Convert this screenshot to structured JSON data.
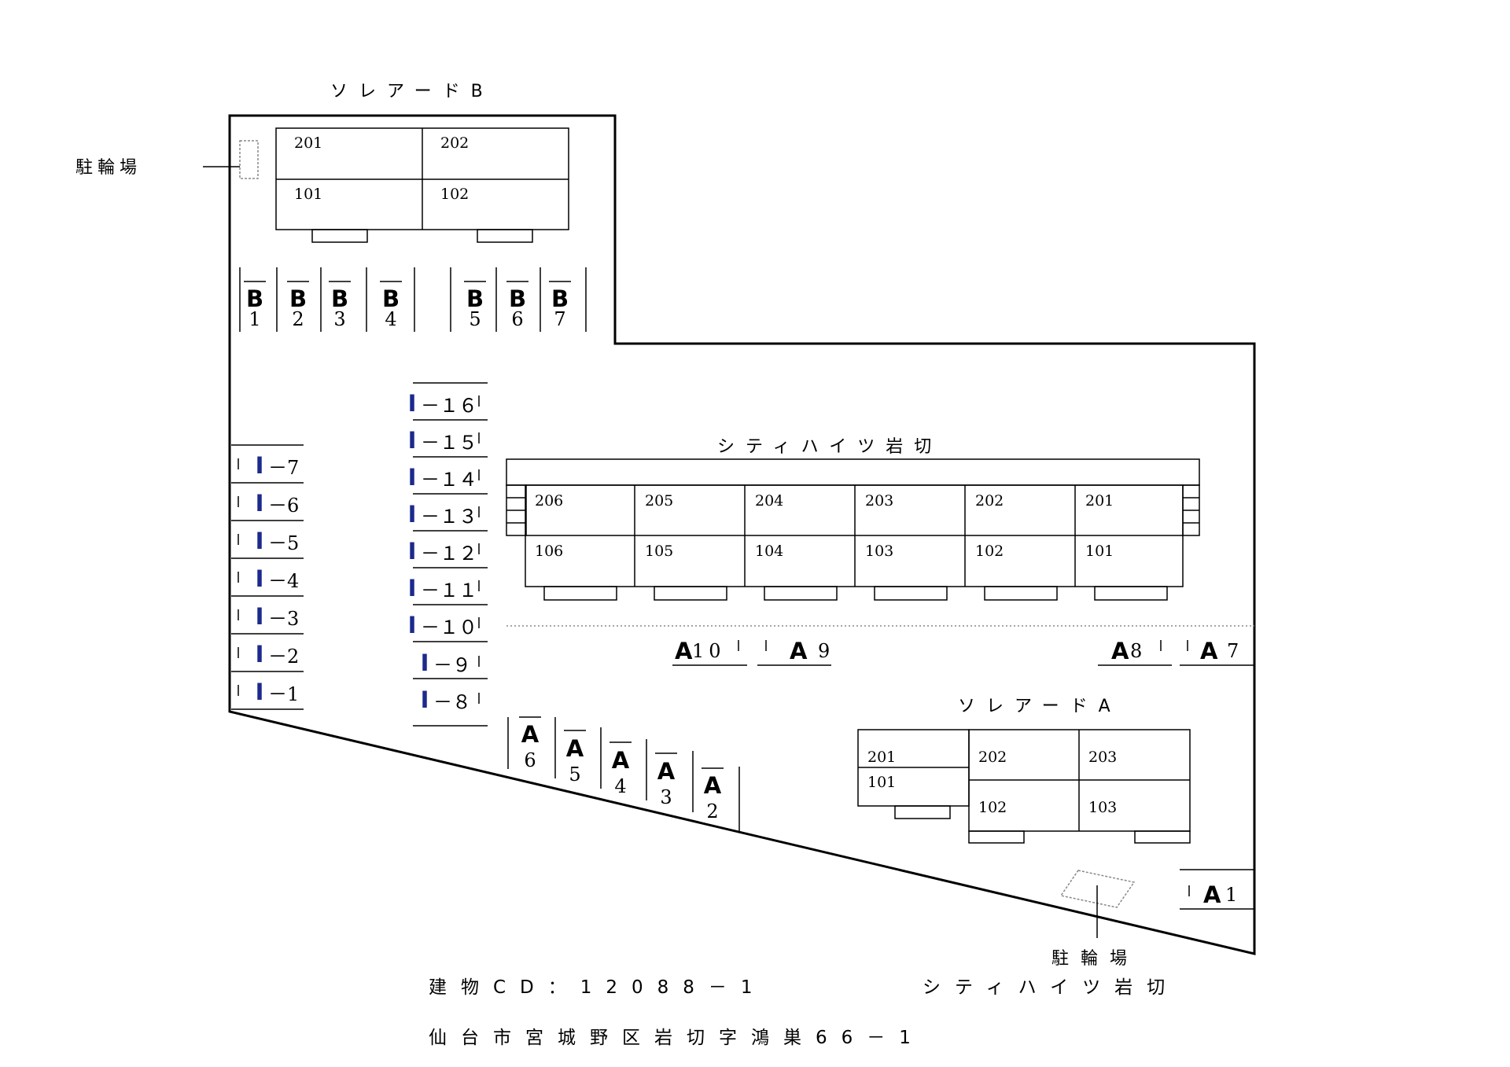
{
  "buildings": {
    "solard_b": {
      "name": "ソレアードB",
      "rooms": [
        "201",
        "202",
        "101",
        "102"
      ]
    },
    "city_heights": {
      "name": "シティハイツ岩切",
      "upper_rooms": [
        "206",
        "205",
        "204",
        "203",
        "202",
        "201"
      ],
      "lower_rooms": [
        "106",
        "105",
        "104",
        "103",
        "102",
        "101"
      ]
    },
    "solard_a": {
      "name": "ソレアードA",
      "rooms": [
        "201",
        "202",
        "203",
        "101",
        "102",
        "103"
      ]
    }
  },
  "bike_parking_label": "駐輪場",
  "bike_parking_label_spaced": "駐 輪 場",
  "parking": {
    "b_prefix": "B",
    "a_prefix": "A",
    "i_prefix": "I",
    "b_slots": [
      "1",
      "2",
      "3",
      "4",
      "5",
      "6",
      "7"
    ],
    "a_slots_vertical": [
      "6",
      "5",
      "4",
      "3",
      "2"
    ],
    "a_slots_horizontal": [
      "10",
      "9",
      "8",
      "7",
      "1"
    ],
    "i_slots_left": [
      "－7",
      "－6",
      "－5",
      "－4",
      "－3",
      "－2",
      "－1"
    ],
    "i_slots_center": [
      "－１６",
      "－１５",
      "－１４",
      "－１３",
      "－１２",
      "－１１",
      "－１０",
      "－９",
      "－８"
    ]
  },
  "footer": {
    "building_code": "建物CD：12088－1",
    "property_name": "シティハイツ岩切",
    "address": "仙台市宮城野区岩切字鴻巣66－1"
  },
  "colors": {
    "line": "#000000",
    "i_marker": "#1c2a8c",
    "dotted": "#888888"
  }
}
